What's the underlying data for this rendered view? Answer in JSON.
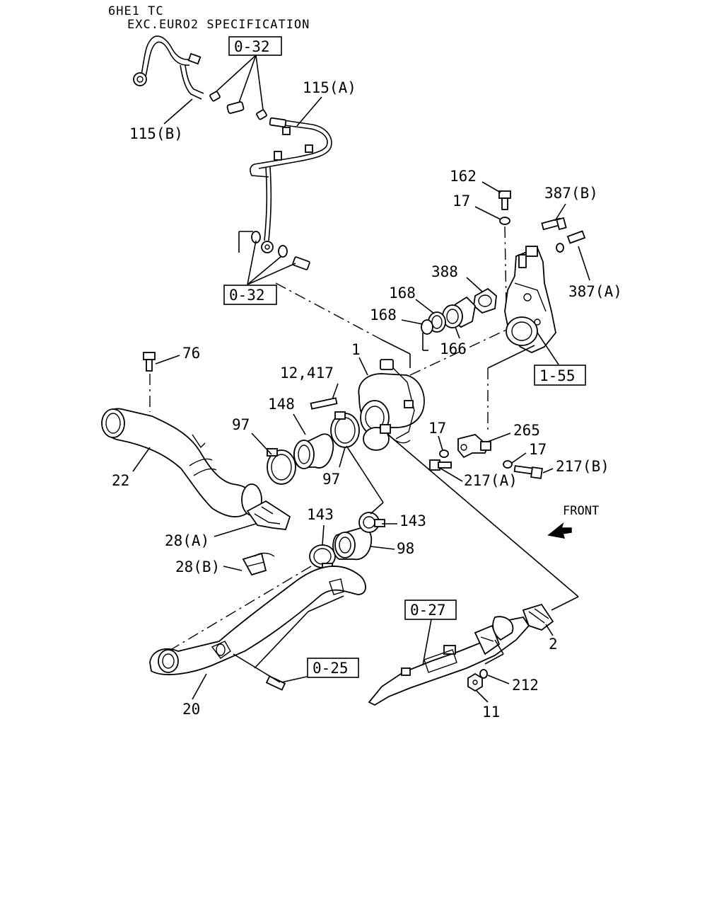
{
  "header": {
    "line1": "6HE1 TC",
    "line2": "EXC.EURO2 SPECIFICATION"
  },
  "front_indicator": {
    "label": "FRONT",
    "icon": "front-arrow-icon"
  },
  "reference_boxes": [
    {
      "id": "ref-top",
      "text": "0-32"
    },
    {
      "id": "ref-mid",
      "text": "0-32"
    },
    {
      "id": "ref-155",
      "text": "1-55"
    },
    {
      "id": "ref-027",
      "text": "0-27"
    },
    {
      "id": "ref-025",
      "text": "0-25"
    }
  ],
  "callouts": [
    "115(A)",
    "115(B)",
    "162",
    "17",
    "387(B)",
    "387(A)",
    "388",
    "168",
    "168",
    "166",
    "1",
    "76",
    "12,417",
    "148",
    "97",
    "97",
    "22",
    "17",
    "265",
    "17",
    "217(B)",
    "217(A)",
    "143",
    "143",
    "98",
    "28(A)",
    "28(B)",
    "2",
    "212",
    "11",
    "20"
  ]
}
